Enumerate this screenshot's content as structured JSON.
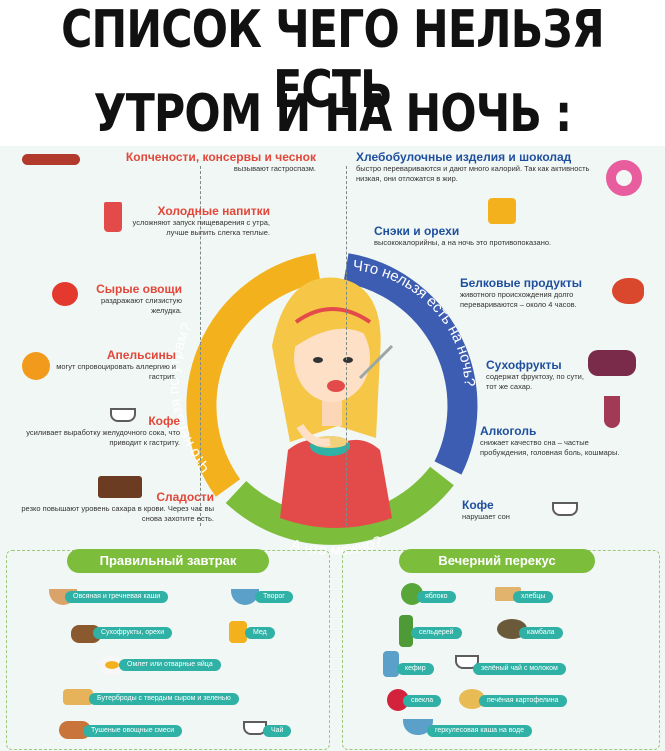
{
  "headline": {
    "line1": "СПИСОК ЧЕГО НЕЛЬЗЯ ЕСТЬ",
    "line2": "УТРОМ И НА НОЧЬ :"
  },
  "ring": {
    "morning_label": "Что нельзя по утрам?",
    "night_label": "Что нельзя есть на ночь?",
    "allowed_label": "А что можно?"
  },
  "morning": [
    {
      "title": "Копчености, консервы и чеснок",
      "text": "вызывают гастроспазм."
    },
    {
      "title": "Холодные напитки",
      "text": "усложняют запуск пищеварения с утра, лучше выпить слегка теплые."
    },
    {
      "title": "Сырые овощи",
      "text": "раздражают слизистую желудка."
    },
    {
      "title": "Апельсины",
      "text": "могут спровоцировать аллергию и гастрит."
    },
    {
      "title": "Кофе",
      "text": "усиливает выработку желудочного сока, что приводит к гастриту."
    },
    {
      "title": "Сладости",
      "text": "резко повышают уровень сахара в крови. Через час вы снова захотите есть."
    }
  ],
  "night": [
    {
      "title": "Хлебобулочные изделия и шоколад",
      "text": "быстро перевариваются и дают много калорий. Так как активность низкая, они отложатся в жир."
    },
    {
      "title": "Снэки и орехи",
      "text": "высококалорийны, а на ночь это противопоказано."
    },
    {
      "title": "Белковые продукты",
      "text": "животного происхождения долго перевариваются – около 4 часов."
    },
    {
      "title": "Сухофрукты",
      "text": "содержат фруктозу, по сути, тот же сахар."
    },
    {
      "title": "Алкоголь",
      "text": "снижает качество сна – частые пробуждения, головная боль, кошмары."
    },
    {
      "title": "Кофе",
      "text": "нарушает сон"
    }
  ],
  "breakfast": {
    "title": "Правильный завтрак",
    "items": [
      "Овсяная и гречневая каши",
      "Творог",
      "Сухофрукты, орехи",
      "Мед",
      "Омлет или отварные яйца",
      "Бутерброды с твердым сыром и зеленью",
      "Тушеные овощные смеси",
      "Чай"
    ]
  },
  "evening": {
    "title": "Вечерний перекус",
    "items": [
      "яблоко",
      "хлебцы",
      "сельдерей",
      "камбала",
      "кефир",
      "зелёный чай с молоком",
      "свекла",
      "печёная картофелина",
      "геркулесовая каша на воде"
    ]
  },
  "colors": {
    "morning_ring": "#f3b21d",
    "night_ring": "#3d5db3",
    "allowed_ring": "#7cbd3c",
    "accent_red": "#e2473a",
    "accent_blue": "#1f4f9f",
    "pill": "#2fb1a5"
  }
}
